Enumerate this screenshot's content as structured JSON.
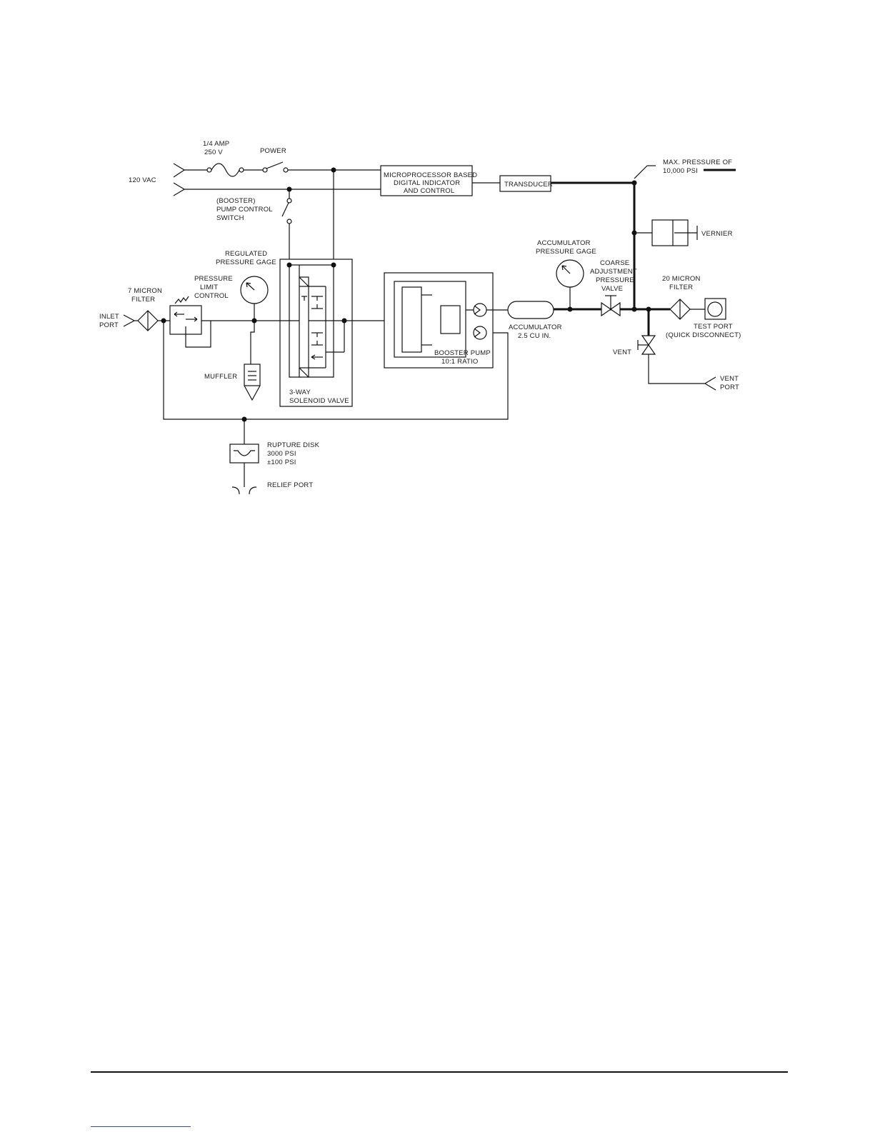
{
  "diagram": {
    "labels": {
      "fuse": [
        "1/4 AMP",
        "250 V"
      ],
      "power": "POWER",
      "vac": "120 VAC",
      "booster_switch": [
        "(BOOSTER)",
        "PUMP CONTROL",
        "SWITCH"
      ],
      "micro": [
        "MICROPROCESSOR BASED",
        "DIGITAL INDICATOR",
        "AND CONTROL"
      ],
      "transducer": "TRANSDUCER",
      "max_pressure": [
        "MAX. PRESSURE OF",
        "10,000 PSI"
      ],
      "vernier": "VERNIER",
      "regulated_gage": [
        "REGULATED",
        "PRESSURE GAGE"
      ],
      "accumulator_gage": [
        "ACCUMULATOR",
        "PRESSURE GAGE"
      ],
      "coarse_valve": [
        "COARSE",
        "ADJUSTMENT",
        "PRESSURE",
        "VALVE"
      ],
      "filter_20": [
        "20 MICRON",
        "FILTER"
      ],
      "filter_7": [
        "7 MICRON",
        "FILTER"
      ],
      "pressure_limit": [
        "PRESSURE",
        "LIMIT",
        "CONTROL"
      ],
      "inlet": [
        "INLET",
        "PORT"
      ],
      "accumulator": [
        "ACCUMULATOR",
        "2.5 CU IN."
      ],
      "test_port": [
        "TEST PORT",
        "(QUICK DISCONNECT)"
      ],
      "vent": "VENT",
      "vent_port": [
        "VENT",
        "PORT"
      ],
      "booster_pump": [
        "BOOSTER PUMP",
        "10:1 RATIO"
      ],
      "muffler": "MUFFLER",
      "solenoid": [
        "3-WAY",
        "SOLENOID VALVE"
      ],
      "rupture": [
        "RUPTURE DISK",
        "3000 PSI",
        "±100 PSI"
      ],
      "relief": "RELIEF PORT"
    }
  }
}
